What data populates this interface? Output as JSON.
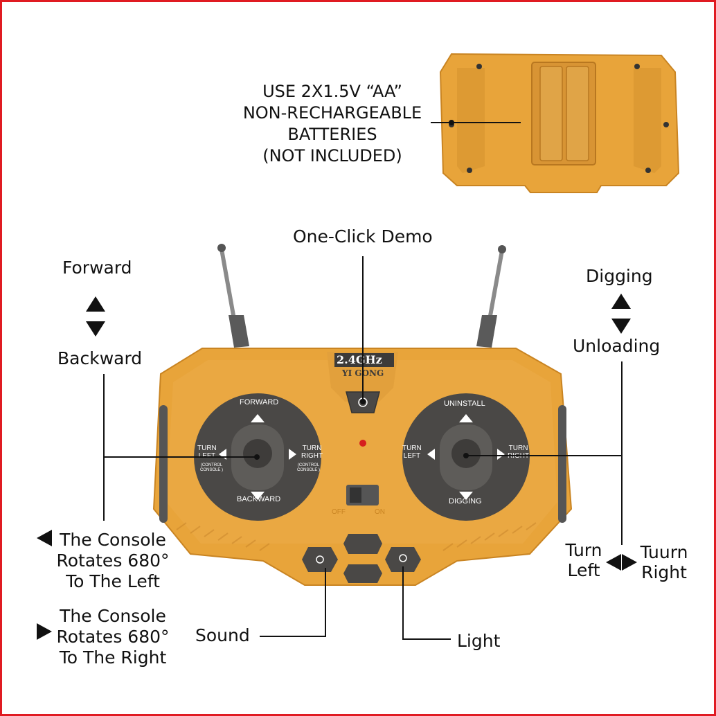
{
  "battery_note": [
    "USE 2X1.5V “AA”",
    "NON-RECHARGEABLE",
    "BATTERIES",
    "(NOT INCLUDED)"
  ],
  "labels": {
    "demo": "One-Click Demo",
    "forward": "Forward",
    "backward": "Backward",
    "digging": "Digging",
    "unloading": "Unloading",
    "console_left": [
      "The Console",
      "Rotates 680°",
      "To The Left"
    ],
    "console_right": [
      "The Console",
      "Rotates 680°",
      "To The Right"
    ],
    "sound": "Sound",
    "light": "Light",
    "turn_left": [
      "Turn",
      "Left"
    ],
    "turn_right": [
      "Tuurn",
      "Right"
    ]
  },
  "controller": {
    "brand_top": "2.4GHz",
    "brand_bottom": "YI GONG",
    "left_pad": {
      "top": "FORWARD",
      "bottom": "BACKWARD",
      "left": [
        "TURN",
        "LEFT"
      ],
      "right": [
        "TURN",
        "RIGHT"
      ],
      "left_note": [
        "(CONTROL",
        "CONSOLE )"
      ],
      "right_note": [
        "(CONTROL",
        "CONSOLE )"
      ]
    },
    "right_pad": {
      "top": "UNINSTALL",
      "bottom": "DIGGING",
      "left": [
        "TURN",
        "LEFT"
      ],
      "right": [
        "TURN",
        "RIGHT"
      ]
    },
    "switch_off": "OFF",
    "switch_on": "ON"
  },
  "colors": {
    "frame": "#e01b22",
    "body": "#e8a43a",
    "body_dark": "#c98422",
    "pad": "#4a4846",
    "stick": "#5a5855",
    "antenna": "#555555"
  }
}
